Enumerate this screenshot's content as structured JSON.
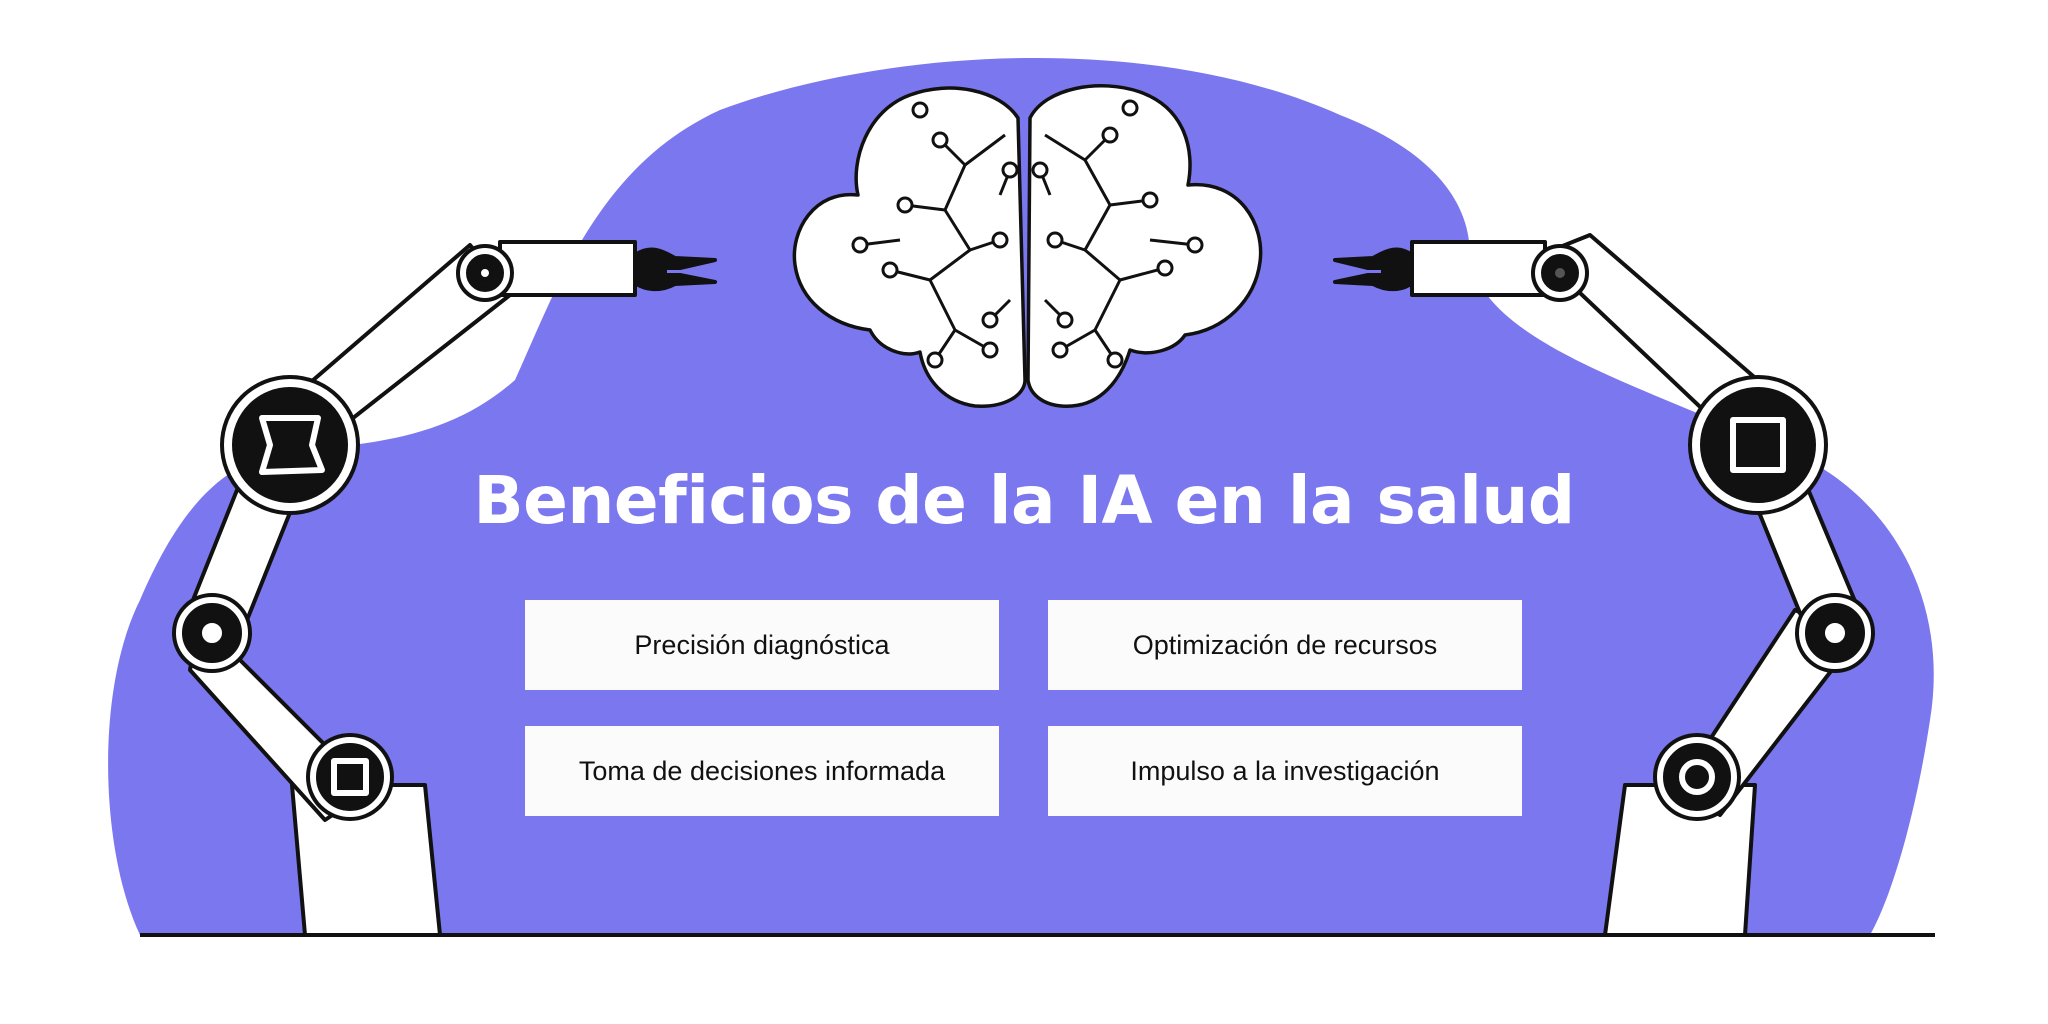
{
  "title": "Beneficios de la IA en la salud",
  "benefits": [
    "Precisión diagnóstica",
    "Optimización de recursos",
    "Toma de decisiones informada",
    "Impulso a la investigación"
  ],
  "colors": {
    "background_blob": "#7b78ef",
    "card": "#fbfbfb",
    "title_text": "#ffffff",
    "outline": "#111111"
  },
  "icons": [
    "brain-circuit-icon",
    "robotic-arm-left-icon",
    "robotic-arm-right-icon"
  ]
}
